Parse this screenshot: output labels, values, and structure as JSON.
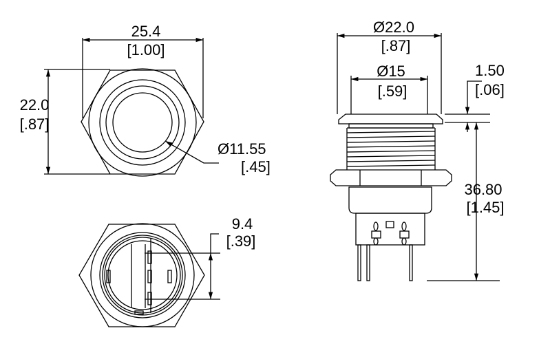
{
  "front_view": {
    "width_mm": "25.4",
    "width_in": "[1.00]",
    "height_mm": "22.0",
    "height_in": "[.87]",
    "lens_mm": "Ø11.55",
    "lens_in": "[.45]"
  },
  "rear_view": {
    "pin_spacing_mm": "9.4",
    "pin_spacing_in": "[.39]"
  },
  "side_view": {
    "bezel_dia_mm": "Ø22.0",
    "bezel_dia_in": "[.87]",
    "thread_dia_mm": "Ø15",
    "thread_dia_in": "[.59]",
    "bezel_thick_mm": "1.50",
    "bezel_thick_in": "[.06]",
    "length_mm": "36.80",
    "length_in": "[1.45]"
  },
  "line_color": "#000000"
}
